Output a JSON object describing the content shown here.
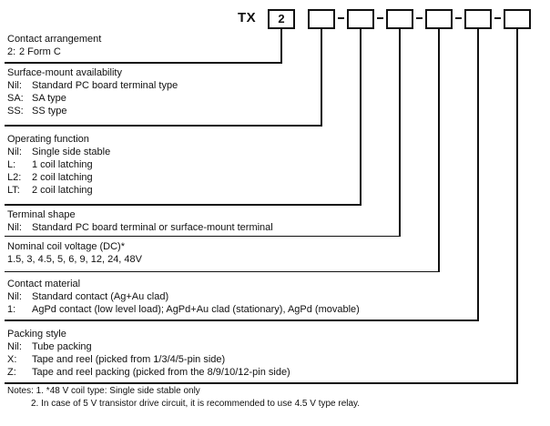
{
  "colors": {
    "ink": "#111111",
    "paper": "#ffffff"
  },
  "part_code": {
    "prefix": "TX",
    "box_values": [
      "2",
      "",
      "",
      "",
      "",
      "",
      ""
    ]
  },
  "sections": [
    {
      "title": "Contact arrangement",
      "options": [
        {
          "code": "2:",
          "text": "2 Form C"
        }
      ]
    },
    {
      "title": "Surface-mount availability",
      "options": [
        {
          "code": "Nil:",
          "text": "Standard PC board terminal type"
        },
        {
          "code": "SA:",
          "text": "SA type"
        },
        {
          "code": "SS:",
          "text": "SS type"
        }
      ]
    },
    {
      "title": "Operating function",
      "options": [
        {
          "code": "Nil:",
          "text": "Single side stable"
        },
        {
          "code": "L:",
          "text": "1 coil latching"
        },
        {
          "code": "L2:",
          "text": "2 coil latching"
        },
        {
          "code": "LT:",
          "text": "2 coil latching"
        }
      ]
    },
    {
      "title": "Terminal shape",
      "options": [
        {
          "code": "Nil:",
          "text": "Standard PC board terminal or surface-mount terminal"
        }
      ]
    },
    {
      "title": "Nominal coil voltage (DC)*",
      "options": [
        {
          "code": "",
          "text": "1.5, 3, 4.5, 5, 6, 9, 12, 24, 48V"
        }
      ]
    },
    {
      "title": "Contact material",
      "options": [
        {
          "code": "Nil:",
          "text": "Standard contact (Ag+Au clad)"
        },
        {
          "code": "1:",
          "text": "AgPd contact (low level load); AgPd+Au clad (stationary), AgPd (movable)"
        }
      ]
    },
    {
      "title": "Packing style",
      "options": [
        {
          "code": "Nil:",
          "text": "Tube packing"
        },
        {
          "code": "X:",
          "text": "Tape and reel (picked from 1/3/4/5-pin side)"
        },
        {
          "code": "Z:",
          "text": "Tape and reel packing (picked from the 8/9/10/12-pin side)"
        }
      ]
    }
  ],
  "notes": {
    "line1": "Notes: 1. *48 V coil type: Single side stable only",
    "line2": "2. In case of 5 V transistor drive circuit, it is recommended to use 4.5 V type relay."
  }
}
